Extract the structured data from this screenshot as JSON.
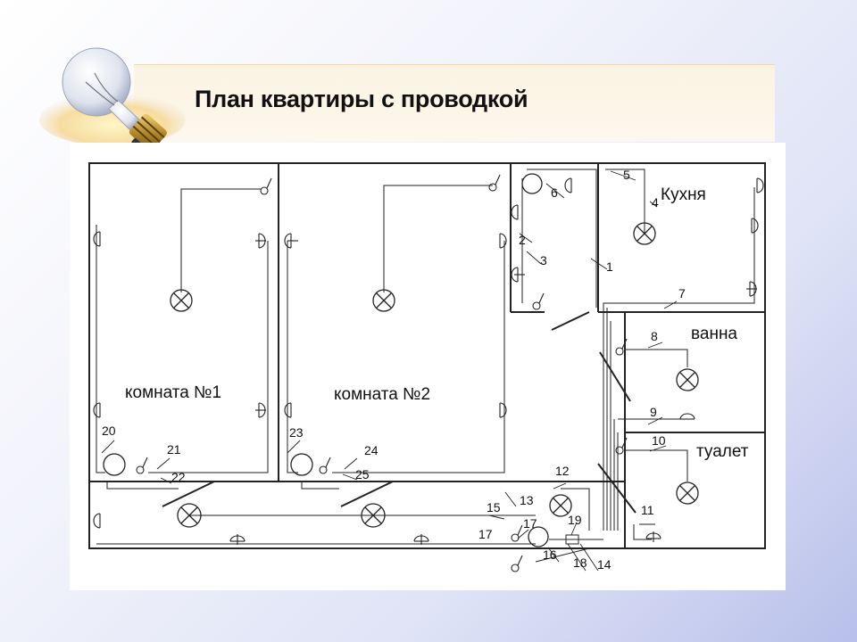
{
  "title": "План квартиры с проводкой",
  "icons": {
    "bulb": "light-bulb-icon"
  },
  "rooms": {
    "room1": "комната №1",
    "room2": "комната №2",
    "kitchen": "Кухня",
    "bath": "ванна",
    "toilet": "туалет"
  },
  "numbers": [
    "1",
    "2",
    "3",
    "4",
    "5",
    "6",
    "7",
    "8",
    "9",
    "10",
    "11",
    "12",
    "13",
    "14",
    "15",
    "16",
    "17",
    "17",
    "18",
    "19",
    "20",
    "21",
    "22",
    "23",
    "24",
    "25"
  ]
}
